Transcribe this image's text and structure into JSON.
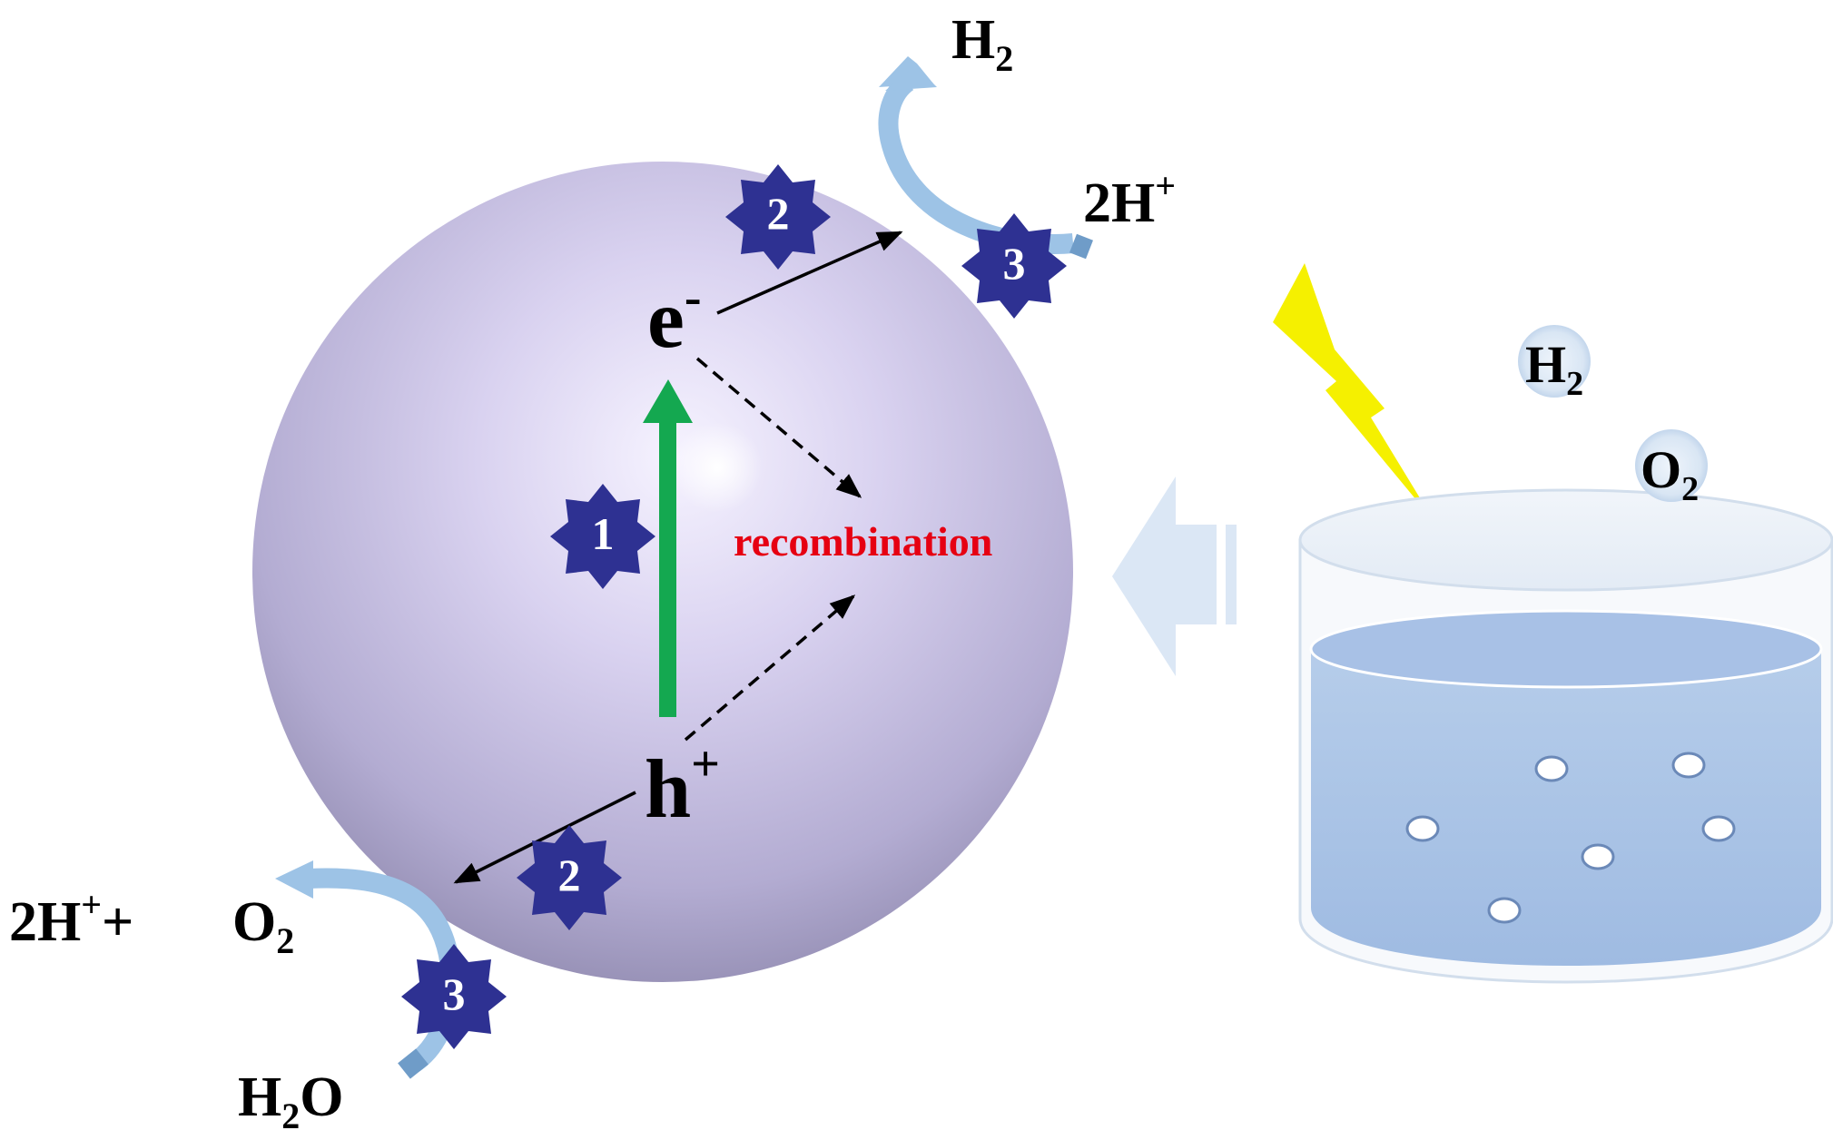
{
  "labels": {
    "electron": "e",
    "electron_sup": "-",
    "hole": "h",
    "hole_sup": "+",
    "recombination": "recombination",
    "h2_top": "H",
    "h2_top_sub": "2",
    "two_h_plus_top": "2H",
    "two_h_plus_top_sup": "+",
    "two_h_plus_bottom": "2H",
    "two_h_plus_bottom_sup": "+",
    "two_h_plus_bottom_plus": "+",
    "o2_bottom": "O",
    "o2_bottom_sub": "2",
    "water": "H",
    "water_sub": "2",
    "water_o": "O",
    "h2_beaker": "H",
    "h2_beaker_sub": "2",
    "o2_beaker": "O",
    "o2_beaker_sub": "2"
  },
  "steps": {
    "step1": "1",
    "step2_top": "2",
    "step2_bottom": "2",
    "step3_top": "3",
    "step3_bottom": "3"
  },
  "colors": {
    "sphere": "#c9c2e6",
    "step_badge": "#2e3192",
    "excitation_arrow": "#14a850",
    "recombination_text": "#e60012",
    "reaction_arrow": "#9dc3e6",
    "lightning": "#f5f000",
    "water": "#a9c4e8",
    "big_arrow": "#dbe7f5"
  }
}
